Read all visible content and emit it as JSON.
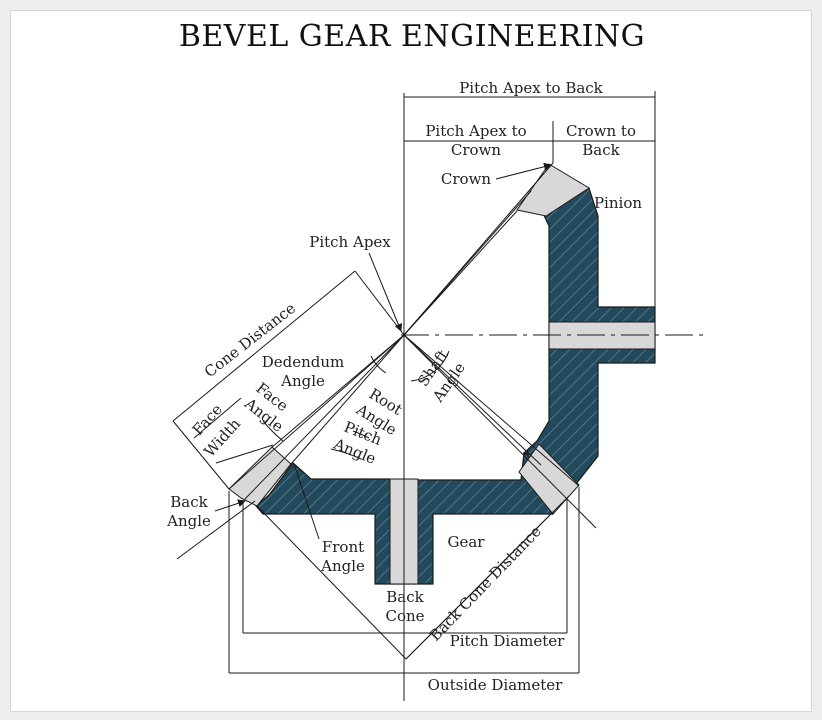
{
  "title": "BEVEL GEAR ENGINEERING",
  "labels": {
    "pitch_apex_to_back": "Pitch Apex to Back",
    "pitch_apex_to_crown_1": "Pitch Apex to",
    "pitch_apex_to_crown_2": "Crown",
    "crown_to_back_1": "Crown to",
    "crown_to_back_2": "Back",
    "crown": "Crown",
    "pinion": "Pinion",
    "pitch_apex": "Pitch Apex",
    "cone_distance": "Cone Distance",
    "dedendum_angle_1": "Dedendum",
    "dedendum_angle_2": "Angle",
    "shaft_angle_1": "Shaft",
    "shaft_angle_2": "Angle",
    "face_angle_1": "Face",
    "face_angle_2": "Angle",
    "root_angle_1": "Root",
    "root_angle_2": "Angle",
    "pitch_angle_1": "Pitch",
    "pitch_angle_2": "Angle",
    "face_width_1": "Face",
    "face_width_2": "Width",
    "back_angle_1": "Back",
    "back_angle_2": "Angle",
    "front_angle_1": "Front",
    "front_angle_2": "Angle",
    "gear": "Gear",
    "back_cone_1": "Back",
    "back_cone_2": "Cone",
    "back_cone_distance": "Back Cone Distance",
    "pitch_diameter": "Pitch Diameter",
    "outside_diameter": "Outside Diameter"
  },
  "colors": {
    "gear_fill": "#234a5c",
    "hatch": "#4f7486",
    "tooth_fill": "#d8d8d8",
    "line": "#1a1a1a"
  }
}
